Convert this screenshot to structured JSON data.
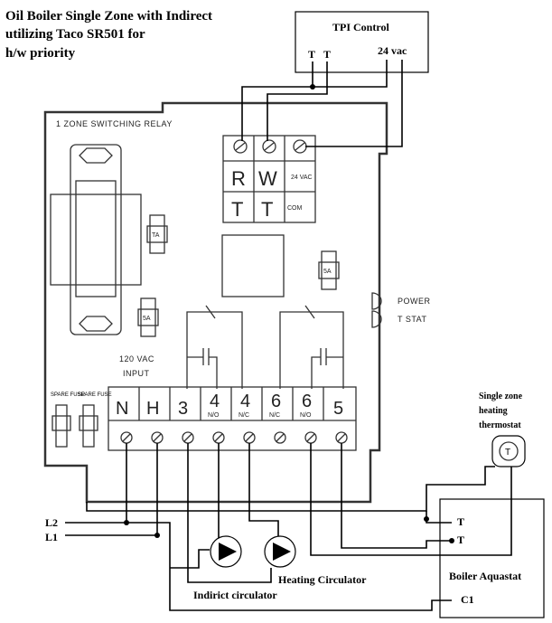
{
  "title": {
    "line1": "Oil Boiler Single Zone with Indirect",
    "line2": "utilizing Taco SR501 for",
    "line3": "h/w priority"
  },
  "tpi": {
    "name": "TPI Control",
    "t1": "T",
    "t2": "T",
    "vac": "24 vac"
  },
  "relay": {
    "name": "1 ZONE SWITCHING RELAY",
    "low_terminals": [
      {
        "main": "R",
        "sub": ""
      },
      {
        "main": "W",
        "sub": ""
      },
      {
        "main": "",
        "sub": "24 VAC"
      },
      {
        "main": "T",
        "sub": ""
      },
      {
        "main": "T",
        "sub": ""
      },
      {
        "main": "",
        "sub": "COM"
      }
    ],
    "fuses": [
      "TA",
      "5A",
      "5A"
    ],
    "power_label": "POWER",
    "tstat_label": "T  STAT",
    "input_label_1": "120 VAC",
    "input_label_2": "INPUT",
    "spare_fuse": "SPARE FUSE",
    "terminals": [
      {
        "main": "N",
        "sub": ""
      },
      {
        "main": "H",
        "sub": ""
      },
      {
        "main": "3",
        "sub": ""
      },
      {
        "main": "4",
        "sub": "N/O"
      },
      {
        "main": "4",
        "sub": "N/C"
      },
      {
        "main": "6",
        "sub": "N/C"
      },
      {
        "main": "6",
        "sub": "N/O"
      },
      {
        "main": "5",
        "sub": ""
      }
    ]
  },
  "thermostat": {
    "line1": "Single zone",
    "line2": "heating",
    "line3": "thermostat",
    "symbol": "T"
  },
  "aquastat": {
    "name": "Boiler Aquastat",
    "t1": "T",
    "t2": "T",
    "c1": "C1"
  },
  "lines": {
    "l2": "L2",
    "l1": "L1"
  },
  "circulators": {
    "heating": "Heating Circulator",
    "indirect": "Indirict circulator"
  }
}
